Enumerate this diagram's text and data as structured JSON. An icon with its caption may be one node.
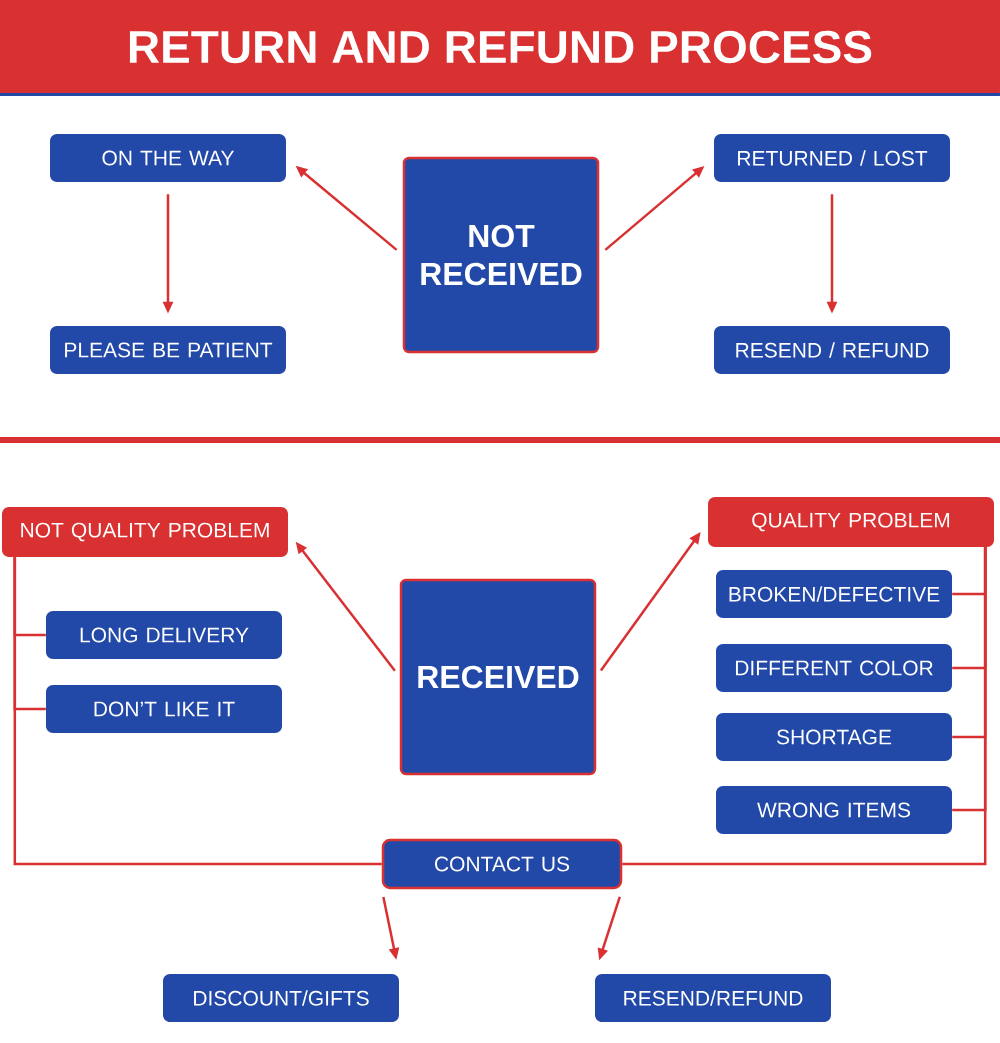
{
  "diagram": {
    "title": "RETURN AND REFUND PROCESS",
    "nodes": [
      {
        "text": [
          "NOT RECEIVED"
        ]
      },
      {
        "text": [
          "ON THE WAY"
        ]
      },
      {
        "text": [
          "PLEASE BE PATIENT"
        ]
      },
      {
        "text": [
          "RETURNED / LOST"
        ]
      },
      {
        "text": [
          "RESEND / REFUND"
        ]
      },
      {
        "text": [
          "RECEIVED"
        ]
      },
      {
        "text": [
          "NOT QUALITY PROBLEM"
        ]
      },
      {
        "text": [
          "LONG DELIVERY"
        ]
      },
      {
        "text": [
          "DON’T LIKE IT"
        ]
      },
      {
        "text": [
          "QUALITY PROBLEM"
        ]
      },
      {
        "text": [
          "BROKEN/DEFECTIVE"
        ]
      },
      {
        "text": [
          "DIFFERENT COLOR"
        ]
      },
      {
        "text": [
          "SHORTAGE"
        ]
      },
      {
        "text": [
          "WRONG ITEMS"
        ]
      },
      {
        "text": [
          "CONTACT US"
        ]
      },
      {
        "text": [
          "DISCOUNT/GIFTS"
        ]
      },
      {
        "text": [
          "RESEND/REFUND"
        ]
      }
    ],
    "edges": [
      {
        "from": 0,
        "to": 1,
        "arrow": "to"
      },
      {
        "from": 1,
        "to": 2,
        "arrow": "to"
      },
      {
        "from": 0,
        "to": 3,
        "arrow": "to"
      },
      {
        "from": 3,
        "to": 4,
        "arrow": "to"
      },
      {
        "from": 5,
        "to": 6,
        "arrow": "to"
      },
      {
        "from": 5,
        "to": 9,
        "arrow": "to"
      },
      {
        "from": 6,
        "to": 7,
        "arrow": "none"
      },
      {
        "from": 6,
        "to": 8,
        "arrow": "none"
      },
      {
        "from": 6,
        "to": 14,
        "arrow": "none"
      },
      {
        "from": 9,
        "to": 10,
        "arrow": "none"
      },
      {
        "from": 9,
        "to": 11,
        "arrow": "none"
      },
      {
        "from": 9,
        "to": 12,
        "arrow": "none"
      },
      {
        "from": 9,
        "to": 13,
        "arrow": "none"
      },
      {
        "from": 9,
        "to": 14,
        "arrow": "none"
      },
      {
        "from": 14,
        "to": 15,
        "arrow": "to"
      },
      {
        "from": 14,
        "to": 16,
        "arrow": "to"
      }
    ]
  }
}
